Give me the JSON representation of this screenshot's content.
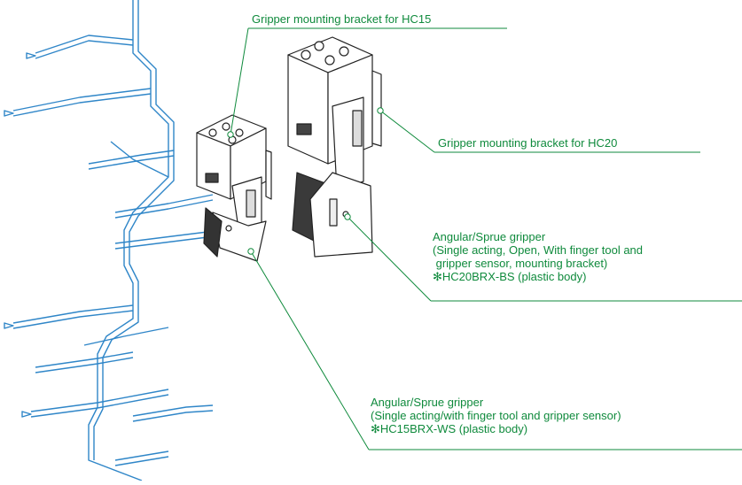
{
  "accent_color": "#0f8a3c",
  "sprue_color": "#2f86c8",
  "labels": {
    "hc15_bracket": "Gripper mounting bracket for HC15",
    "hc20_bracket": "Gripper mounting bracket for HC20",
    "hc20_gripper": {
      "title": "Angular/Sprue gripper",
      "line2": "(Single acting, Open, With finger tool and",
      "line3": " gripper sensor, mounting bracket)",
      "model": "✻HC20BRX-BS (plastic body)"
    },
    "hc15_gripper": {
      "title": "Angular/Sprue gripper",
      "line2": "(Single acting/with finger tool and gripper sensor)",
      "model": "✻HC15BRX-WS (plastic body)"
    }
  }
}
